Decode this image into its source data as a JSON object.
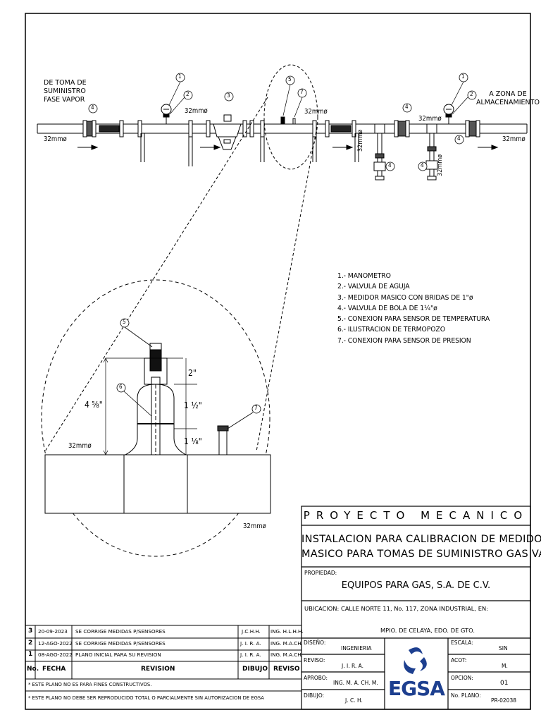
{
  "labels": {
    "de_toma": [
      "DE TOMA DE",
      "SUMINISTRO",
      "FASE VAPOR"
    ],
    "a_zona": [
      "A ZONA DE",
      "ALMACENAMIENTO"
    ],
    "pipe_size": "32mmø",
    "dims": {
      "d2": "2\"",
      "d1h": "1 ½\"",
      "d1e": "1 ⅛\"",
      "d4": "4 ⅝\""
    }
  },
  "callouts": [
    "1",
    "2",
    "3",
    "4",
    "5",
    "6",
    "7"
  ],
  "legend": [
    "1.- MANOMETRO",
    "2.- VALVULA DE AGUJA",
    "3.- MEDIDOR MASICO CON BRIDAS DE 1\"ø",
    "4.- VALVULA DE BOLA DE 1¼\"ø",
    "5.- CONEXION PARA SENSOR DE TEMPERATURA",
    "6.- ILUSTRACION DE TERMOPOZO",
    "7.- CONEXION PARA SENSOR DE PRESION"
  ],
  "title_block": {
    "header": "PROYECTO MECANICO",
    "title_line1": "INSTALACION PARA CALIBRACION DE MEDIDOR",
    "title_line2": "MASICO PARA TOMAS DE SUMINISTRO GAS VAPOR",
    "propiedad_label": "PROPIEDAD:",
    "propiedad_value": "EQUIPOS PARA GAS, S.A. DE C.V.",
    "ubicacion_line1": "UBICACION:  CALLE NORTE 11, No. 117, ZONA INDUSTRIAL, EN:",
    "ubicacion_line2": "MPIO. DE CELAYA, EDO. DE GTO.",
    "diseno_label": "DISEÑO:",
    "diseno_value": "INGENIERIA",
    "reviso_label": "REVISO:",
    "reviso_value": "J. I. R. A.",
    "aprobo_label": "APROBO:",
    "aprobo_value": "ING. M. A. CH. M.",
    "dibujo_label": "DIBUJO:",
    "dibujo_value": "J. C. H.",
    "logo_text": "EGSA",
    "escala_label": "ESCALA:",
    "escala_value": "SIN",
    "acot_label": "ACOT:",
    "acot_value": "M.",
    "opcion_label": "OPCION:",
    "opcion_value": "01",
    "plano_label": "No. PLANO:",
    "plano_value": "PR-02038"
  },
  "revisions": {
    "headers": [
      "No.",
      "FECHA",
      "REVISION",
      "DIBUJO",
      "REVISO"
    ],
    "rows": [
      {
        "no": "3",
        "fecha": "20-09-2023",
        "revision": "SE CORRIGE MEDIDAS P/SENSORES",
        "dibujo": "J.C.H.H.",
        "reviso": "ING. H.L.H.H."
      },
      {
        "no": "2",
        "fecha": "12-AGO-2022",
        "revision": "SE CORRIGE MEDIDAS P/SENSORES",
        "dibujo": "J. I. R. A.",
        "reviso": "ING. M.A.CH."
      },
      {
        "no": "1",
        "fecha": "08-AGO-2022",
        "revision": "PLANO INICIAL PARA SU REVISION",
        "dibujo": "J. I. R. A.",
        "reviso": "ING. M.A.CH."
      }
    ],
    "note1": "* ESTE PLANO NO ES PARA FINES CONSTRUCTIVOS.",
    "note2": "* ESTE PLANO NO DEBE SER REPRODUCIDO TOTAL O PARCIALMENTE SIN AUTORIZACION DE EGSA"
  },
  "colors": {
    "logo_blue": "#1d3f8f",
    "line": "#000000"
  }
}
